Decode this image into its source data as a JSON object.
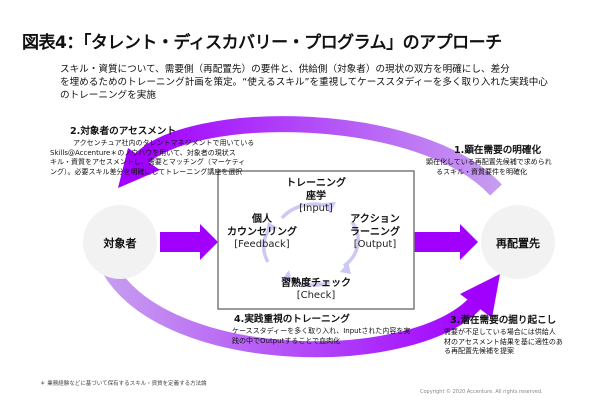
{
  "title": "図表4：「タレント・ディスカバリー・プログラム」のアプローチ",
  "intro": [
    "スキル・資質について、需要側（再配置先）の要件と、供給側（対象者）の現状の双方を明確にし、差分",
    "を埋めるためのトレーニング計画を策定。“使えるスキル”を重視してケーススタディーを多く取り入れた実践中心",
    "のトレーニングを実施"
  ],
  "left_circle": "対象者",
  "right_circle": "再配置先",
  "steps": {
    "s1": {
      "title": "1.顕在需要の明確化",
      "desc": [
        "顕在化している再配置先候補で求められ",
        "るスキル・資質要件を明確化"
      ]
    },
    "s2": {
      "title": "2.対象者のアセスメント",
      "desc": [
        "アクセンチュア社内のタレントマネジメントで用いている",
        "Skills@Accenture＊のノウハウを用いて、対象者の現状ス",
        "キル・資質をアセスメントし、需要とマッチング（マーケティ",
        "ング）。必要スキル差分を明確にしてトレーニング講座を選択"
      ]
    },
    "s3": {
      "title": "3.潜在需要の掘り起こし",
      "desc": [
        "需要が不足している場合には供給人",
        "材のアセスメント結果を基に適性のあ",
        "る再配置先候補を提案"
      ]
    },
    "s4": {
      "title": "4.実践重視のトレーニング",
      "desc": [
        "ケーススタディーを多く取り入れ、Inputされた内容を実",
        "践の中でOutputすることで血肉化"
      ]
    }
  },
  "box": {
    "top": {
      "title": [
        "トレーニング",
        "座学"
      ],
      "tag": "[Input]"
    },
    "right": {
      "title": [
        "アクション",
        "ラーニング"
      ],
      "tag": "[Output]"
    },
    "bottom": {
      "title": [
        "習熟度チェック"
      ],
      "tag": "[Check]"
    },
    "left": {
      "title": [
        "個人",
        "カウンセリング"
      ],
      "tag": "[Feedback]"
    }
  },
  "colors": {
    "arrow": "#a100ff",
    "arrow_light": "#c27dff",
    "circle": "#f2f2f2",
    "cycle": "#ccc9f5"
  },
  "footnote": "＊ 業務経験などに基づいて保有するスキル・資質を定義する方法論",
  "copyright": "Copyright © 2020 Accenture. All rights reserved."
}
